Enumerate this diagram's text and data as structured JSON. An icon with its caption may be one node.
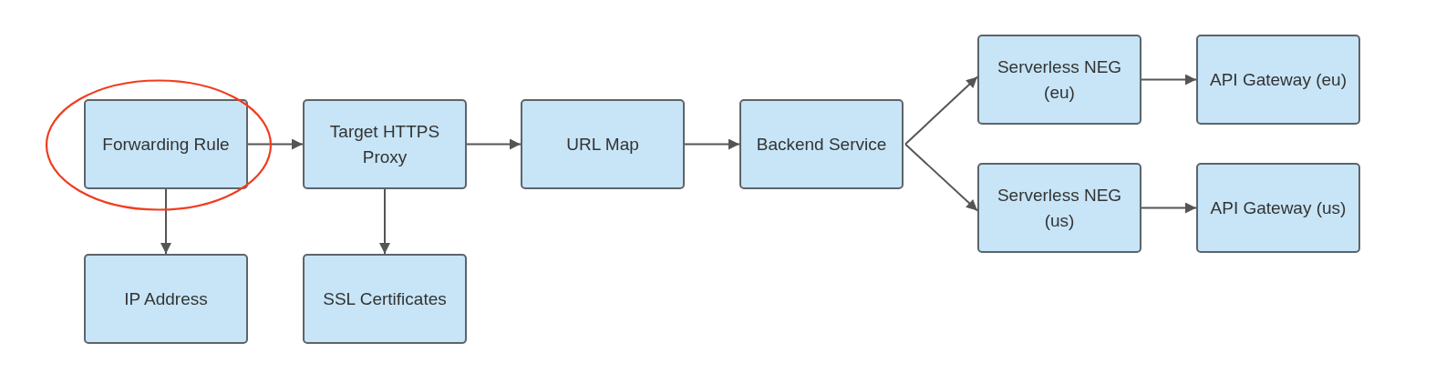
{
  "diagram": {
    "nodes": [
      {
        "text": [
          "Forwarding Rule"
        ]
      },
      {
        "text": [
          "Target HTTPS Proxy"
        ]
      },
      {
        "text": [
          "URL Map"
        ]
      },
      {
        "text": [
          "Backend Service"
        ]
      },
      {
        "text": [
          "Serverless NEG (eu)"
        ]
      },
      {
        "text": [
          "API Gateway (eu)"
        ]
      },
      {
        "text": [
          "Serverless NEG (us)"
        ]
      },
      {
        "text": [
          "API Gateway (us)"
        ]
      },
      {
        "text": [
          "IP Address"
        ]
      },
      {
        "text": [
          "SSL Certificates"
        ]
      }
    ],
    "edges": [
      {
        "from": 0,
        "to": 1,
        "arrow": "to"
      },
      {
        "from": 0,
        "to": 8,
        "arrow": "to"
      },
      {
        "from": 1,
        "to": 2,
        "arrow": "to"
      },
      {
        "from": 1,
        "to": 9,
        "arrow": "to"
      },
      {
        "from": 2,
        "to": 3,
        "arrow": "to"
      },
      {
        "from": 3,
        "to": 4,
        "arrow": "to"
      },
      {
        "from": 3,
        "to": 6,
        "arrow": "to"
      },
      {
        "from": 4,
        "to": 5,
        "arrow": "to"
      },
      {
        "from": 6,
        "to": 7,
        "arrow": "to"
      }
    ]
  }
}
